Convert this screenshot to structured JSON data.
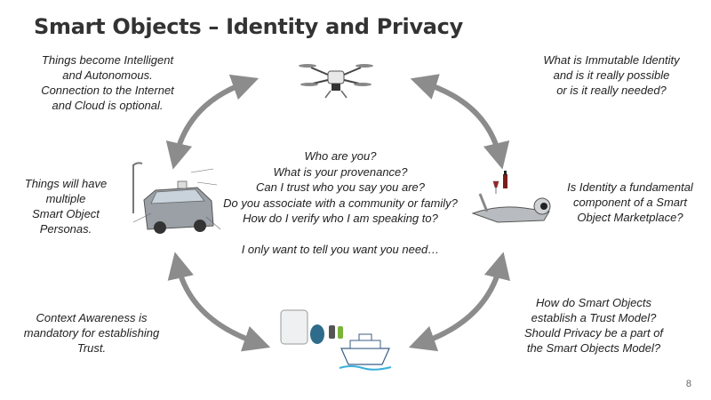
{
  "title": "Smart Objects – Identity and Privacy",
  "page_number": "8",
  "notes": {
    "top_left": [
      "Things become Intelligent",
      "and Autonomous.",
      "Connection to the Internet",
      "and Cloud is optional."
    ],
    "top_right": [
      "What is Immutable Identity",
      "and is it really possible",
      "or is it really needed?"
    ],
    "mid_left": [
      "Things will have",
      "multiple",
      "Smart Object",
      "Personas."
    ],
    "mid_right": [
      "Is Identity a fundamental",
      "component of a Smart",
      "Object Marketplace?"
    ],
    "bottom_left": [
      "Context Awareness is",
      "mandatory for establishing",
      "Trust."
    ],
    "bottom_right": [
      "How do Smart Objects",
      "establish a Trust Model?",
      "Should Privacy be a part of",
      "the Smart Objects Model?"
    ]
  },
  "center": {
    "lines": [
      "Who are you?",
      "What is your provenance?",
      "Can I trust who you say you are?",
      "Do you associate with a community or family?",
      "How do I verify who I am speaking to?"
    ],
    "closing": "I only want to tell you want you need…"
  },
  "icons": {
    "top": "drone-icon",
    "left": "connected-car-icon",
    "right": "robot-icon",
    "bottom": "wearables-ship-icon"
  },
  "colors": {
    "arrow": "#7a7a7a",
    "arrow_fill": "#8c8c8c",
    "title": "#333333"
  }
}
